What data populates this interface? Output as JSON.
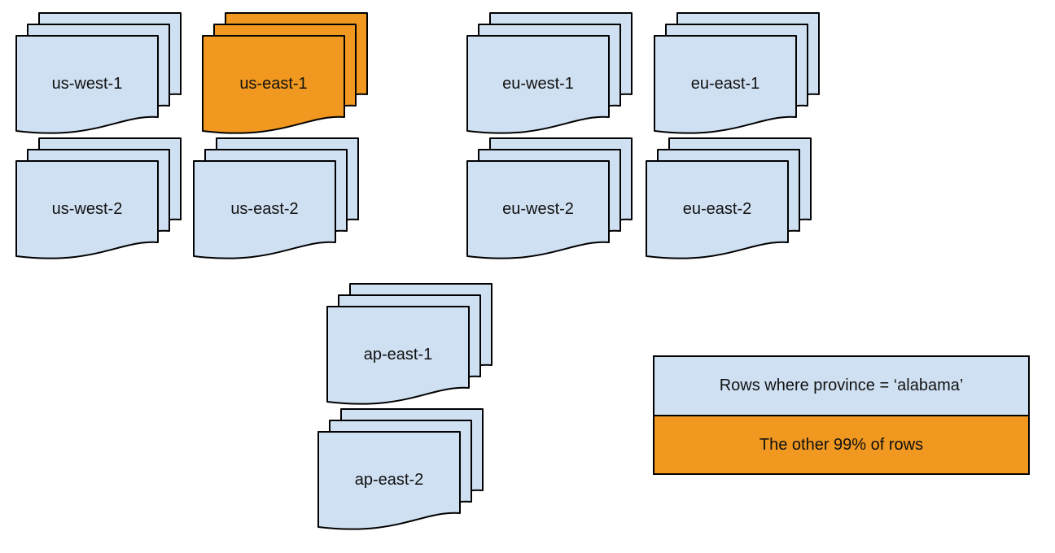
{
  "diagram": {
    "description_colors": {
      "doc_fill_default": "#cfe0f2",
      "doc_fill_highlight": "#f0981f",
      "stroke": "#000000",
      "background": "#ffffff"
    },
    "stacks": [
      {
        "label": "us-west-1",
        "variant": "default"
      },
      {
        "label": "us-east-1",
        "variant": "highlight"
      },
      {
        "label": "eu-west-1",
        "variant": "default"
      },
      {
        "label": "eu-east-1",
        "variant": "default"
      },
      {
        "label": "us-west-2",
        "variant": "default"
      },
      {
        "label": "us-east-2",
        "variant": "default"
      },
      {
        "label": "eu-west-2",
        "variant": "default"
      },
      {
        "label": "eu-east-2",
        "variant": "default"
      },
      {
        "label": "ap-east-1",
        "variant": "default"
      },
      {
        "label": "ap-east-2",
        "variant": "default"
      }
    ],
    "legend": {
      "items": [
        {
          "label": "Rows where province = ‘alabama’",
          "variant": "default"
        },
        {
          "label": "The other 99% of rows",
          "variant": "highlight"
        }
      ]
    }
  }
}
